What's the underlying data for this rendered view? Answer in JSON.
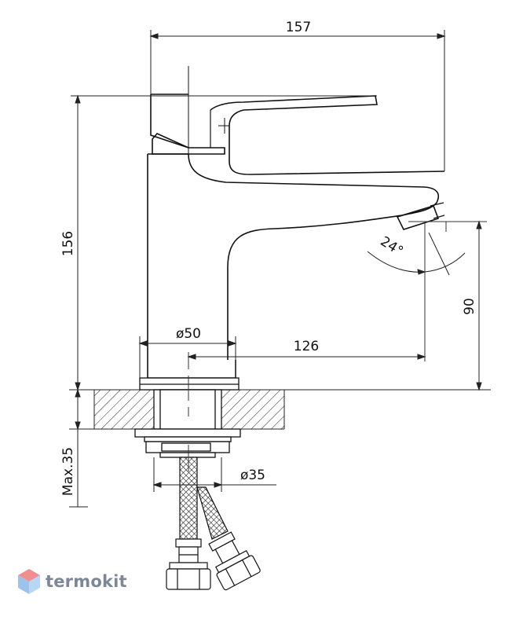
{
  "dimensions": {
    "overall_width": "157",
    "overall_height": "156",
    "spout_reach": "126",
    "spout_height": "90",
    "base_diameter": "ø50",
    "shank_diameter": "ø35",
    "max_mount_thickness": "Max.35",
    "aerator_angle": "24°"
  },
  "logo": {
    "text": "termokit",
    "colors": {
      "top": "#f08f8f",
      "left": "#9bc3ec",
      "right": "#b9d6f3",
      "text": "#7d8795"
    }
  }
}
